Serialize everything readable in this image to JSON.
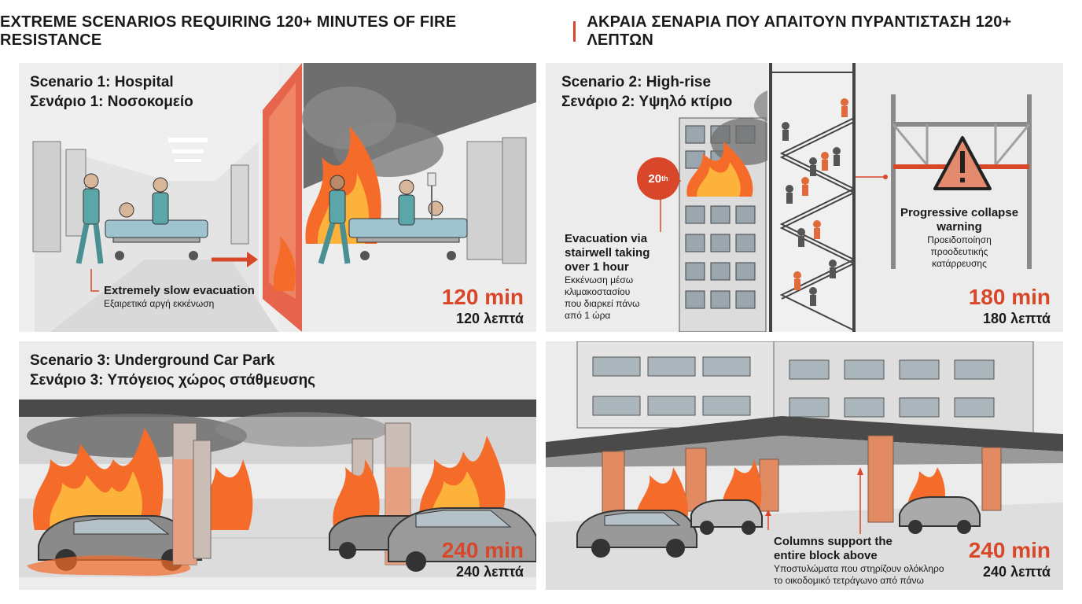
{
  "header": {
    "title_en": "EXTREME SCENARIOS REQUIRING 120+ MINUTES OF FIRE RESISTANCE",
    "title_el": "ΑΚΡΑΙΑ ΣΕΝΑΡΙΑ ΠΟΥ ΑΠΑΙΤΟΥΝ ΠΥΡΑΝΤΙΣΤΑΣΗ 120+ ΛΕΠΤΩΝ"
  },
  "scenario1": {
    "title_en": "Scenario 1: Hospital",
    "title_el": "Σενάριο 1: Νοσοκομείο",
    "note_en": "Extremely slow evacuation",
    "note_el": "Εξαιρετικά αργή εκκένωση",
    "duration_en": "120 min",
    "duration_el": "120 λεπτά"
  },
  "scenario2": {
    "title_en": "Scenario 2: High-rise",
    "title_el": "Σενάριο 2: Υψηλό κτίριο",
    "floor_badge": "20",
    "floor_badge_suffix": "th",
    "evac_en_1": "Evacuation via",
    "evac_en_2": "stairwell taking",
    "evac_en_3": "over 1 hour",
    "evac_el_1": "Εκκένωση μέσω",
    "evac_el_2": "κλιμακοστασίου",
    "evac_el_3": "που διαρκεί πάνω",
    "evac_el_4": "από 1 ώρα",
    "collapse_en_1": "Progressive collapse",
    "collapse_en_2": "warning",
    "collapse_el_1": "Προειδοποίηση",
    "collapse_el_2": "προοδευτικής",
    "collapse_el_3": "κατάρρευσης",
    "duration_en": "180 min",
    "duration_el": "180 λεπτά"
  },
  "scenario3": {
    "title_en": "Scenario 3: Underground Car Park",
    "title_el": "Σενάριο 3: Υπόγειος χώρος στάθμευσης",
    "duration_en": "240 min",
    "duration_el": "240 λεπτά"
  },
  "scenario4": {
    "note_en_1": "Columns support the",
    "note_en_2": "entire block above",
    "note_el_1": "Υποστυλώματα που στηρίζουν ολόκληρο",
    "note_el_2": "το οικοδομικό τετράγωνο από πάνω",
    "duration_en": "240 min",
    "duration_el": "240 λεπτά"
  },
  "colors": {
    "accent": "#d9472b",
    "panel_bg": "#ececec",
    "text": "#1a1a1a"
  },
  "icons": [
    "fire-icon",
    "warning-triangle-icon",
    "arrow-right-icon",
    "arrow-up-icon"
  ]
}
